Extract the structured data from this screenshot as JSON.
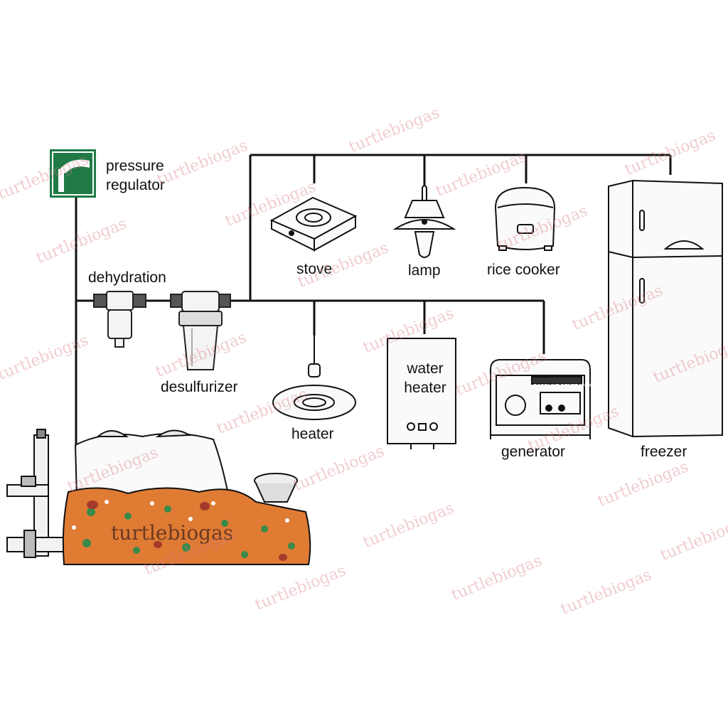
{
  "labels": {
    "pressure_regulator": "pressure\nregulator",
    "dehydration": "dehydration",
    "desulfurizer": "desulfurizer",
    "stove": "stove",
    "lamp": "lamp",
    "rice_cooker": "rice cooker",
    "heater": "heater",
    "water_heater": "water\nheater",
    "generator": "generator",
    "freezer": "freezer"
  },
  "brand": "turtlebiogas",
  "watermark": "turtlebiogas",
  "generator_plate": "GASOLINE GENERATOR",
  "colors": {
    "pipe": "#111111",
    "slurry": "#e07b34",
    "sign_green": "#1f7a45",
    "watermark": "#d77882"
  }
}
